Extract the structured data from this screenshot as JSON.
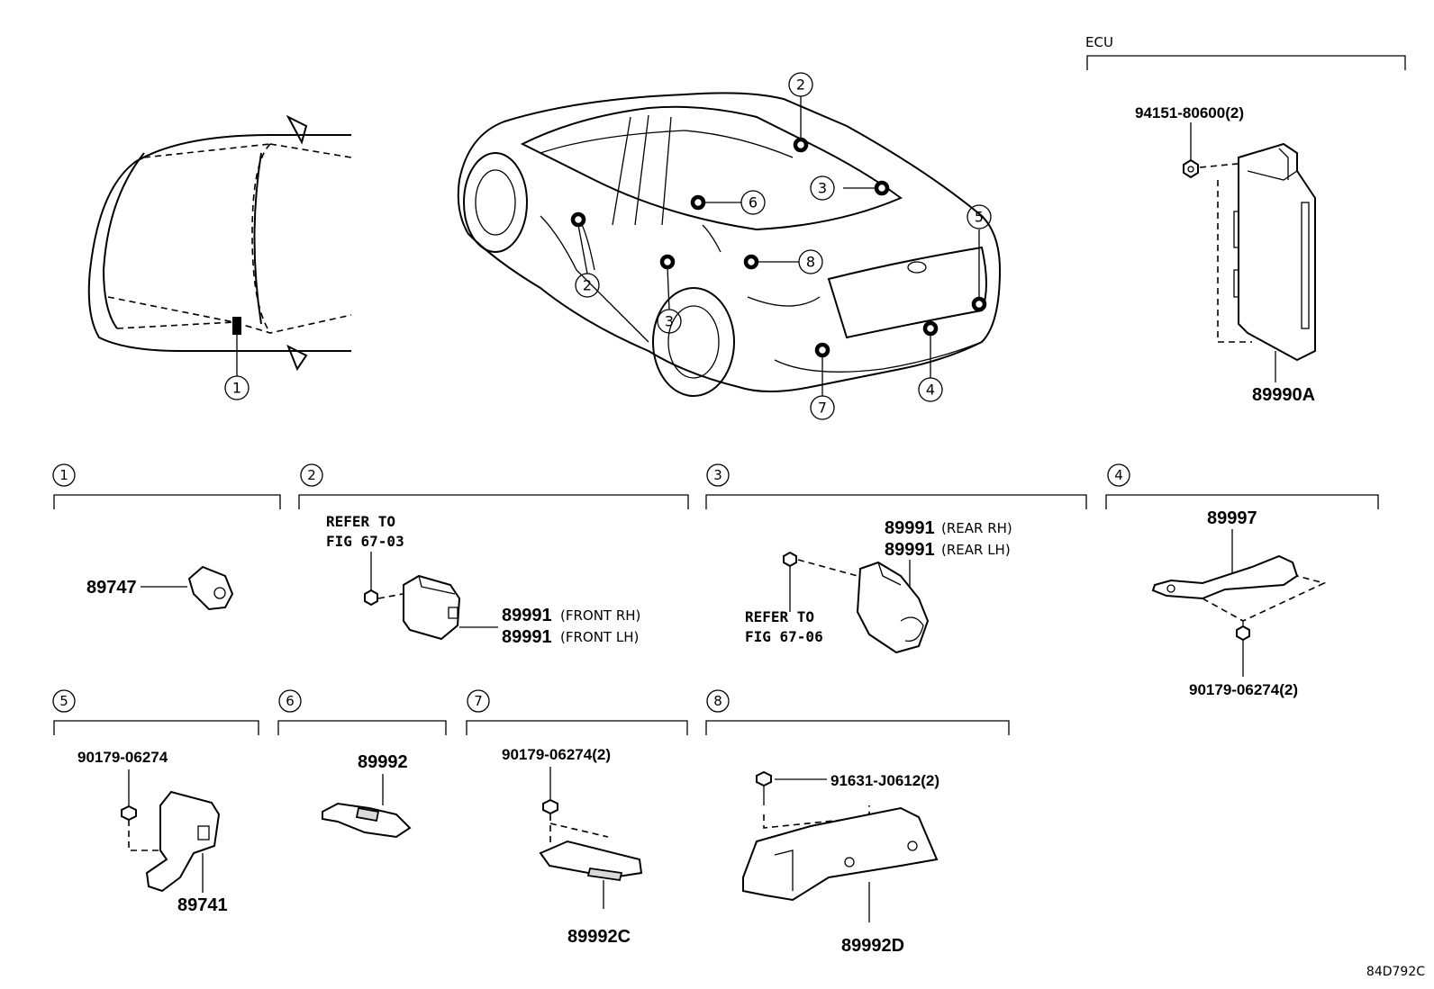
{
  "ecu_label": "ECU",
  "ecu_parts": {
    "bolt": "94151-80600(2)",
    "unit": "89990A"
  },
  "callouts": [
    "1",
    "2",
    "3",
    "4",
    "5",
    "6",
    "7",
    "8"
  ],
  "groups": {
    "g1": {
      "num": "1",
      "part": "89747"
    },
    "g2": {
      "num": "2",
      "refer1": "REFER TO",
      "refer2": "FIG 67-03",
      "part_a": "89991",
      "part_a_note": "(FRONT RH)",
      "part_b": "89991",
      "part_b_note": "(FRONT LH)"
    },
    "g3": {
      "num": "3",
      "part_a": "89991",
      "part_a_note": "(REAR RH)",
      "part_b": "89991",
      "part_b_note": "(REAR LH)",
      "refer1": "REFER TO",
      "refer2": "FIG 67-06"
    },
    "g4": {
      "num": "4",
      "part": "89997",
      "nut": "90179-06274(2)"
    },
    "g5": {
      "num": "5",
      "nut": "90179-06274",
      "part": "89741"
    },
    "g6": {
      "num": "6",
      "part": "89992"
    },
    "g7": {
      "num": "7",
      "nut": "90179-06274(2)",
      "part": "89992C"
    },
    "g8": {
      "num": "8",
      "bolt": "91631-J0612(2)",
      "part": "89992D"
    }
  },
  "figure_code": "84D792C"
}
